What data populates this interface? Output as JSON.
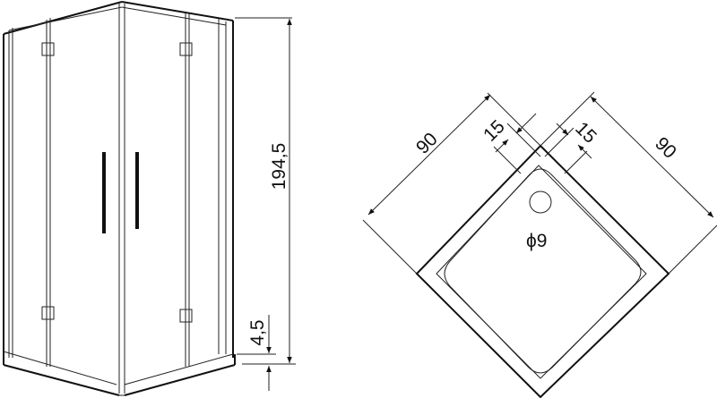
{
  "front_view": {
    "height_label": "194,5",
    "base_label": "4,5"
  },
  "tray_plan": {
    "side_left_label": "90",
    "side_right_label": "90",
    "drain_offset_left_label": "15",
    "drain_offset_right_label": "15",
    "drain_diameter_label": "ϕ9"
  }
}
